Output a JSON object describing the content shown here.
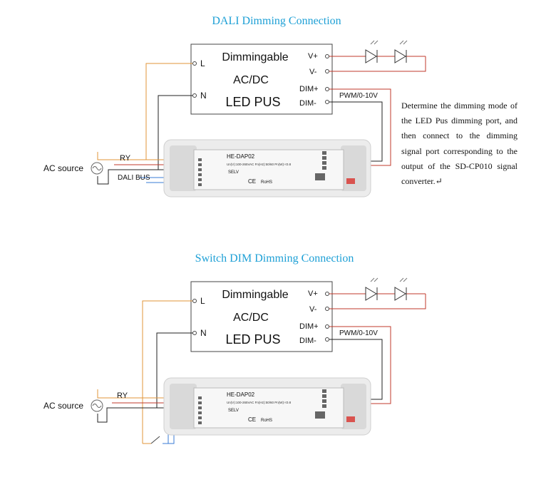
{
  "diagrams": [
    {
      "title": "DALI Dimming Connection",
      "psu": {
        "line1": "Dimmingable",
        "line2": "AC/DC",
        "line3": "LED PUS"
      },
      "terminals": {
        "l": "L",
        "n": "N",
        "vplus": "V+",
        "vminus": "V-",
        "dimplus": "DIM+",
        "dimminus": "DIM-"
      },
      "pwm_label": "PWM/0-10V",
      "ac_label": "AC source",
      "ry_label": "RY",
      "bus_label": "DALI BUS",
      "module": {
        "model": "HE-DAP02",
        "spec1": "Un(V):100-265VAC  Fn(Hz):50/60  Pn(W):<0.8",
        "selv": "SELV",
        "ce": "CE",
        "rohs": "RoHS"
      }
    },
    {
      "title": "Switch DIM Dimming Connection",
      "psu": {
        "line1": "Dimmingable",
        "line2": "AC/DC",
        "line3": "LED PUS"
      },
      "terminals": {
        "l": "L",
        "n": "N",
        "vplus": "V+",
        "vminus": "V-",
        "dimplus": "DIM+",
        "dimminus": "DIM-"
      },
      "pwm_label": "PWM/0-10V",
      "ac_label": "AC source",
      "ry_label": "RY",
      "module": {
        "model": "HE-DAP02",
        "spec1": "Un(V):100-265VAC  Fn(Hz):50/60  Pn(W):<0.8",
        "selv": "SELV",
        "ce": "CE",
        "rohs": "RoHS"
      }
    }
  ],
  "description": "Determine the dimming mode of the LED Pus dimming port, and then connect to the dimming signal port corresponding to the output of the SD-CP010 signal converter.↵",
  "colors": {
    "title": "#1ea0d6",
    "live": "#e2953a",
    "dim": "#c0392b",
    "neutral": "#222222",
    "bus": "#3a7bd5"
  }
}
